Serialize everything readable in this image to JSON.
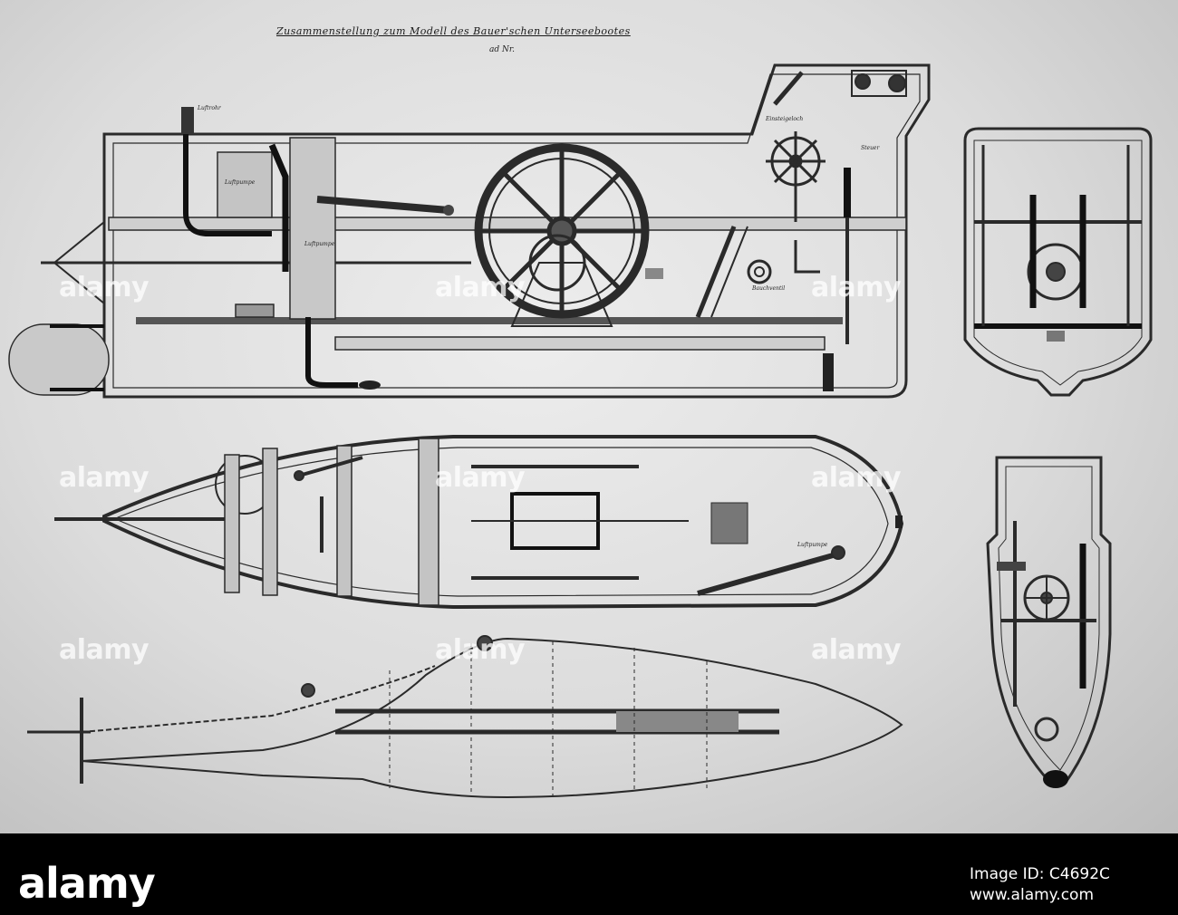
{
  "drawing": {
    "title": "Zusammenstellung zum Modell des Bauer'schen Unterseebootes",
    "subtitle": "ad Nr.",
    "labels": {
      "ventilator": "Luftrohr",
      "pump_box": "Luftpumpe",
      "second_pump": "Luftpumpe",
      "hatch": "Einsteigeloch",
      "steering": "Steuer",
      "disc": "Bauchventil",
      "plan_pump": "Luftpumpe"
    }
  },
  "watermarks": [
    "alamy",
    "alamy",
    "alamy",
    "alamy",
    "alamy",
    "alamy",
    "alamy",
    "alamy",
    "alamy"
  ],
  "footer": {
    "brand": "alamy",
    "image_id": "Image ID: C4692C",
    "url": "www.alamy.com"
  }
}
